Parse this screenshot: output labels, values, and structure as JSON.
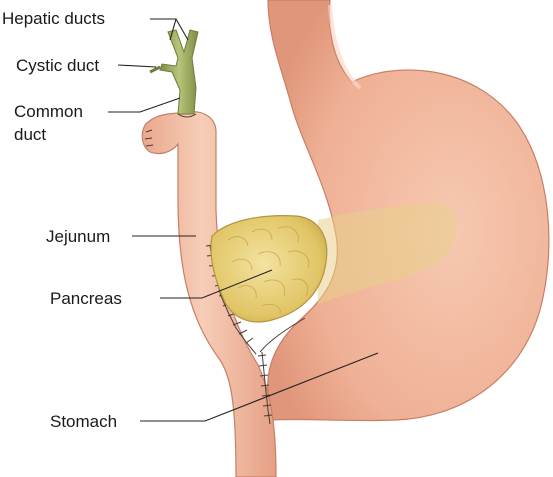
{
  "labels": {
    "hepatic_ducts": "Hepatic ducts",
    "cystic_duct": "Cystic duct",
    "common_duct_line1": "Common",
    "common_duct_line2": "duct",
    "jejunum": "Jejunum",
    "pancreas": "Pancreas",
    "stomach": "Stomach"
  },
  "colors": {
    "stomach_fill": "#f2b9a0",
    "stomach_shade": "#e39a80",
    "jejunum_fill": "#f4c2aa",
    "pancreas_fill": "#e8cf72",
    "pancreas_shade": "#c9a94a",
    "duct_fill": "#a9b86a",
    "duct_shade": "#7f8e47",
    "leader_line": "#222222"
  }
}
